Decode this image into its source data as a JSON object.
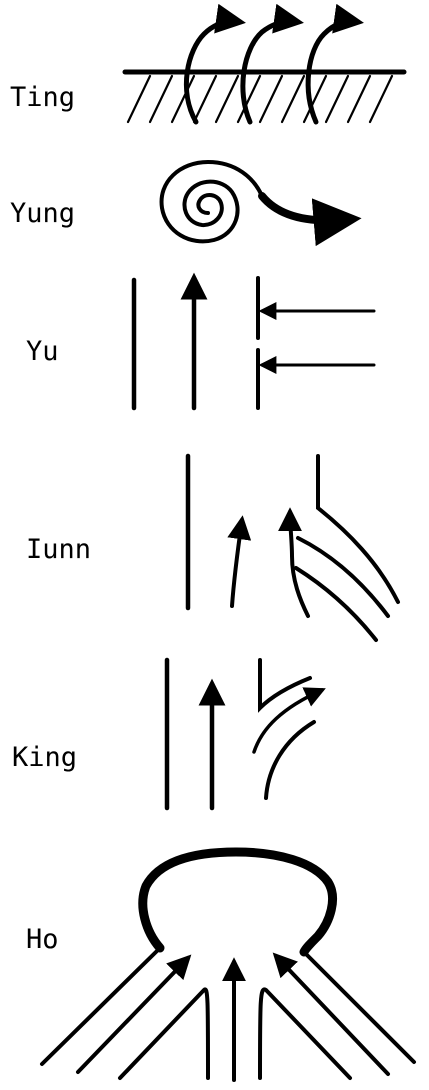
{
  "labels": {
    "ting": "Ting",
    "yung": "Yung",
    "yu": "Yu",
    "iunn": "Iunn",
    "king": "King",
    "ho": "Ho"
  },
  "colors": {
    "ink": "#000000",
    "background": "#ffffff"
  }
}
